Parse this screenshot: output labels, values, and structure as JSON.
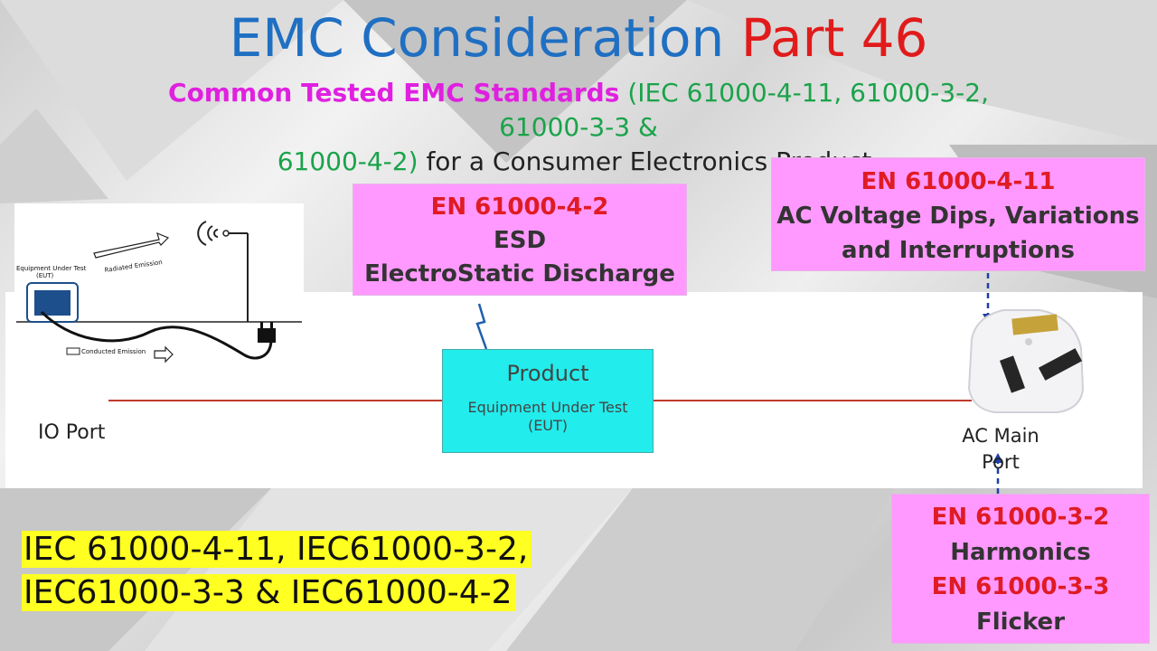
{
  "title": {
    "part1": "EMC Consideration",
    "part2": "Part 46"
  },
  "subtitle": {
    "standards_label": "Common Tested EMC Standards",
    "standards_list_open": "(IEC 61000-4-11, 61000-3-2, 61000-3-3 &",
    "standards_list_close": "61000-4-2)",
    "tail": "for a Consumer Electronics Product."
  },
  "inset": {
    "eut_label_line1": "Equipment Under Test",
    "eut_label_line2": "(EUT)",
    "radiated_label": "Radiated Emission",
    "conducted_label": "Conducted Emission"
  },
  "esd_box": {
    "code": "EN 61000-4-2",
    "name": "ESD",
    "desc": "ElectroStatic Discharge"
  },
  "dips_box": {
    "code": "EN 61000-4-11",
    "line1": "AC Voltage Dips, Variations",
    "line2": "and Interruptions"
  },
  "harmonics_box": {
    "code1": "EN 61000-3-2",
    "name1": "Harmonics",
    "code2": "EN 61000-3-3",
    "name2": "Flicker"
  },
  "product": {
    "title": "Product",
    "line1": "Equipment Under Test",
    "line2": "(EUT)"
  },
  "ports": {
    "io": "IO Port",
    "ac_line1": "AC Main",
    "ac_line2": "Port"
  },
  "summary": {
    "line1": "IEC 61000-4-11, IEC61000-3-2,",
    "line2": "IEC61000-3-3 & IEC61000-4-2"
  },
  "colors": {
    "title_blue": "#1f6fc2",
    "title_red": "#e11b1b",
    "magenta": "#e020e0",
    "green": "#1aa34a",
    "pink_box": "#ff99ff",
    "product_cyan": "#22ecec",
    "highlight_yellow": "#ffff22",
    "cable_red": "#c0392b",
    "arrow_blue": "#1f3fa8"
  }
}
